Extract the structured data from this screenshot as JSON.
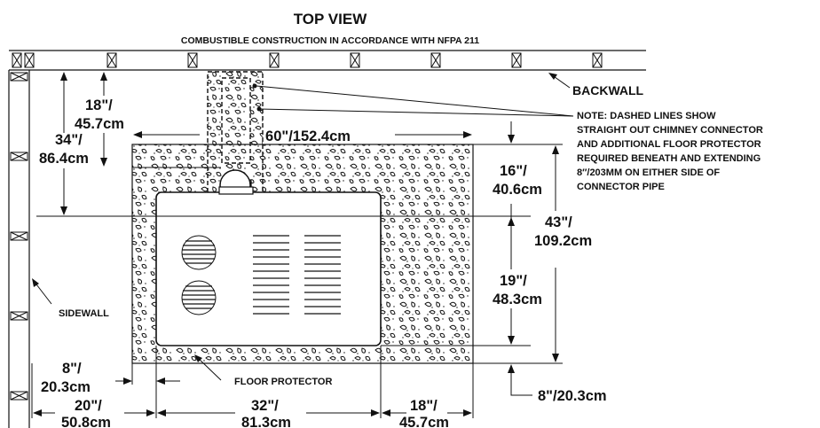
{
  "title": "TOP VIEW",
  "subtitle": "COMBUSTIBLE CONSTRUCTION IN ACCORDANCE WITH NFPA 211",
  "labels": {
    "backwall": "BACKWALL",
    "sidewall": "SIDEWALL",
    "floor_protector": "FLOOR PROTECTOR"
  },
  "note": [
    "NOTE: DASHED LINES SHOW",
    "STRAIGHT OUT CHIMNEY CONNECTOR",
    "AND ADDITIONAL FLOOR PROTECTOR",
    "REQUIRED BENEATH AND EXTENDING",
    "8″/203MM ON EITHER SIDE OF",
    "CONNECTOR PIPE"
  ],
  "dimensions": {
    "width_top": "60\"/152.4cm",
    "back_to_pipe": [
      "18\"/",
      "45.7cm"
    ],
    "back_to_stove": [
      "34\"/",
      "86.4cm"
    ],
    "protector_back": [
      "16\"/",
      "40.6cm"
    ],
    "protector_depth": [
      "43\"/",
      "109.2cm"
    ],
    "stove_depth": [
      "19\"/",
      "48.3cm"
    ],
    "side_clear": [
      "8\"/",
      "20.3cm"
    ],
    "front_clear": "8\"/20.3cm",
    "left_width": [
      "20\"/",
      "50.8cm"
    ],
    "stove_width": [
      "32\"/",
      "81.3cm"
    ],
    "right_width": [
      "18\"/",
      "45.7cm"
    ]
  },
  "colors": {
    "line": "#111111",
    "background": "#ffffff"
  }
}
